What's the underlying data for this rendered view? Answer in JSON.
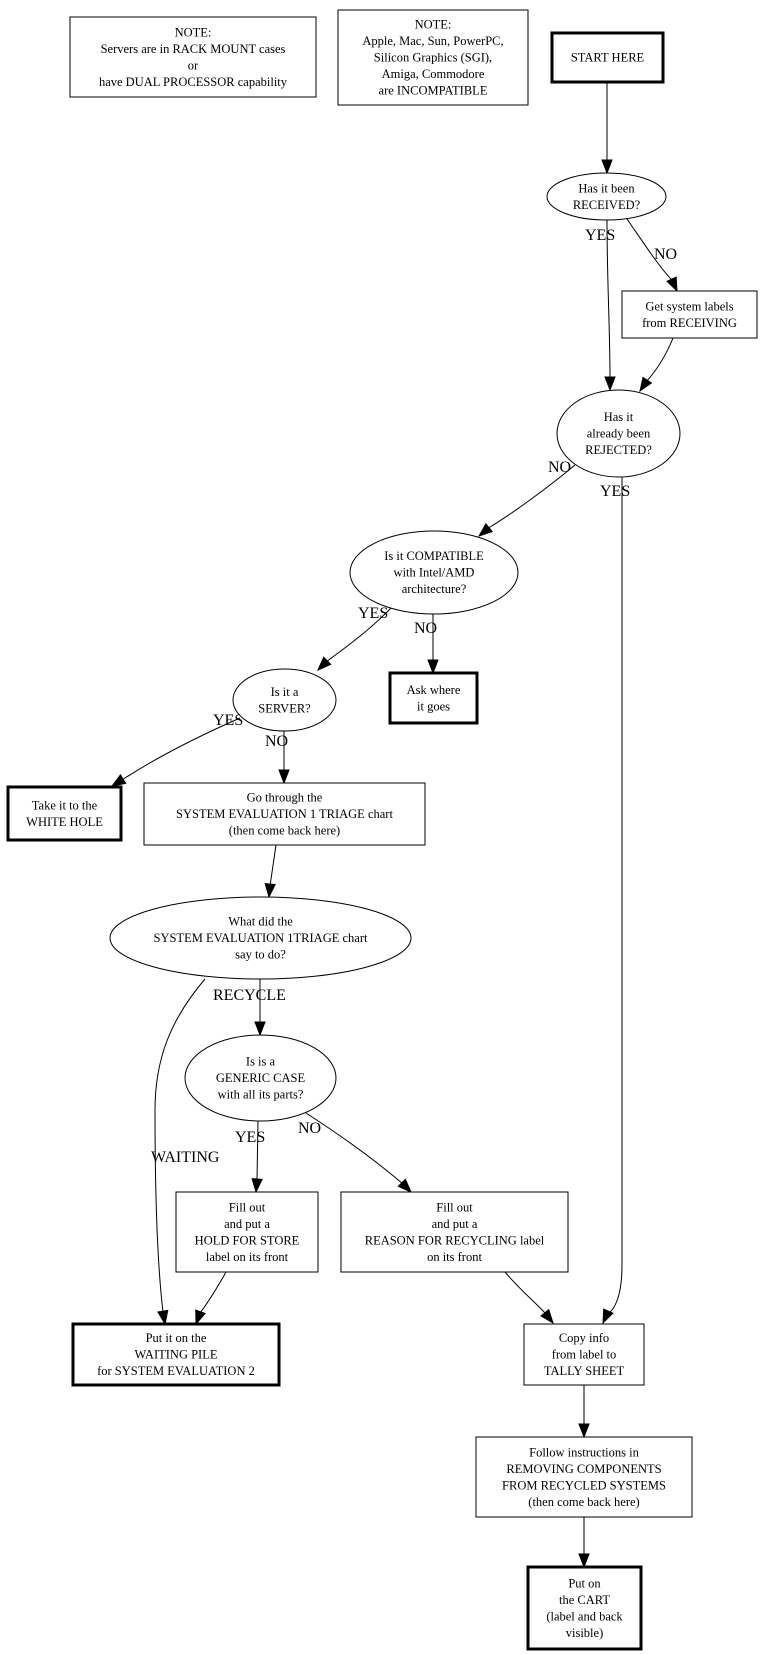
{
  "diagram": {
    "title": "System intake triage flowchart",
    "colors": {
      "stroke": "#000000",
      "background": "#ffffff",
      "text": "#000000"
    },
    "nodes": [
      {
        "id": "note-servers",
        "shape": "box",
        "lines": [
          "NOTE:",
          "Servers are in RACK MOUNT cases",
          "or",
          "have DUAL PROCESSOR capability"
        ]
      },
      {
        "id": "note-incompatible",
        "shape": "box",
        "lines": [
          "NOTE:",
          "Apple, Mac, Sun, PowerPC,",
          "Silicon Graphics (SGI),",
          "Amiga, Commodore",
          "are INCOMPATIBLE"
        ]
      },
      {
        "id": "start-here",
        "shape": "terminal",
        "lines": [
          "START HERE"
        ]
      },
      {
        "id": "received",
        "shape": "ellipse",
        "lines": [
          "Has it been",
          "RECEIVED?"
        ]
      },
      {
        "id": "get-labels",
        "shape": "box",
        "lines": [
          "Get system labels",
          "from RECEIVING"
        ]
      },
      {
        "id": "rejected",
        "shape": "ellipse",
        "lines": [
          "Has it",
          "already been",
          "REJECTED?"
        ]
      },
      {
        "id": "compatible",
        "shape": "ellipse",
        "lines": [
          "Is it COMPATIBLE",
          "with Intel/AMD",
          "architecture?"
        ]
      },
      {
        "id": "ask-where",
        "shape": "terminal",
        "lines": [
          "Ask where",
          "it goes"
        ]
      },
      {
        "id": "server",
        "shape": "ellipse",
        "lines": [
          "Is it a",
          "SERVER?"
        ]
      },
      {
        "id": "white-hole",
        "shape": "terminal",
        "lines": [
          "Take it to the",
          "WHITE HOLE"
        ]
      },
      {
        "id": "go-through",
        "shape": "box",
        "lines": [
          "Go through the",
          "SYSTEM EVALUATION 1 TRIAGE chart",
          "(then come back here)"
        ]
      },
      {
        "id": "what-did",
        "shape": "ellipse",
        "lines": [
          "What did the",
          "SYSTEM EVALUATION 1TRIAGE chart",
          "say to do?"
        ]
      },
      {
        "id": "generic",
        "shape": "ellipse",
        "lines": [
          "Is is a",
          "GENERIC CASE",
          "with all its parts?"
        ]
      },
      {
        "id": "hold-store",
        "shape": "box",
        "lines": [
          "Fill out",
          "and put a",
          "HOLD FOR STORE",
          "label on its front"
        ]
      },
      {
        "id": "reason-recycling",
        "shape": "box",
        "lines": [
          "Fill out",
          "and put a",
          "REASON FOR RECYCLING label",
          "on its front"
        ]
      },
      {
        "id": "waiting-pile",
        "shape": "terminal",
        "lines": [
          "Put it on the",
          "WAITING PILE",
          "for SYSTEM EVALUATION 2"
        ]
      },
      {
        "id": "copy-info",
        "shape": "box",
        "lines": [
          "Copy info",
          "from label to",
          "TALLY SHEET"
        ]
      },
      {
        "id": "follow-instructions",
        "shape": "box",
        "lines": [
          "Follow instructions in",
          "REMOVING COMPONENTS",
          "FROM RECYCLED SYSTEMS",
          "(then come back here)"
        ]
      },
      {
        "id": "cart",
        "shape": "terminal",
        "lines": [
          "Put on",
          "the CART",
          "(label and back",
          "visible)"
        ]
      }
    ],
    "edges": [
      {
        "from": "start-here",
        "to": "received",
        "label": ""
      },
      {
        "from": "received",
        "to": "rejected",
        "label": "YES"
      },
      {
        "from": "received",
        "to": "get-labels",
        "label": "NO"
      },
      {
        "from": "get-labels",
        "to": "rejected",
        "label": ""
      },
      {
        "from": "rejected",
        "to": "compatible",
        "label": "NO"
      },
      {
        "from": "rejected",
        "to": "copy-info",
        "label": "YES"
      },
      {
        "from": "compatible",
        "to": "server",
        "label": "YES"
      },
      {
        "from": "compatible",
        "to": "ask-where",
        "label": "NO"
      },
      {
        "from": "server",
        "to": "white-hole",
        "label": "YES"
      },
      {
        "from": "server",
        "to": "go-through",
        "label": "NO"
      },
      {
        "from": "go-through",
        "to": "what-did",
        "label": ""
      },
      {
        "from": "what-did",
        "to": "generic",
        "label": "RECYCLE"
      },
      {
        "from": "what-did",
        "to": "waiting-pile",
        "label": "WAITING"
      },
      {
        "from": "generic",
        "to": "hold-store",
        "label": "YES"
      },
      {
        "from": "generic",
        "to": "reason-recycling",
        "label": "NO"
      },
      {
        "from": "hold-store",
        "to": "waiting-pile",
        "label": ""
      },
      {
        "from": "reason-recycling",
        "to": "copy-info",
        "label": ""
      },
      {
        "from": "copy-info",
        "to": "follow-instructions",
        "label": ""
      },
      {
        "from": "follow-instructions",
        "to": "cart",
        "label": ""
      }
    ]
  }
}
